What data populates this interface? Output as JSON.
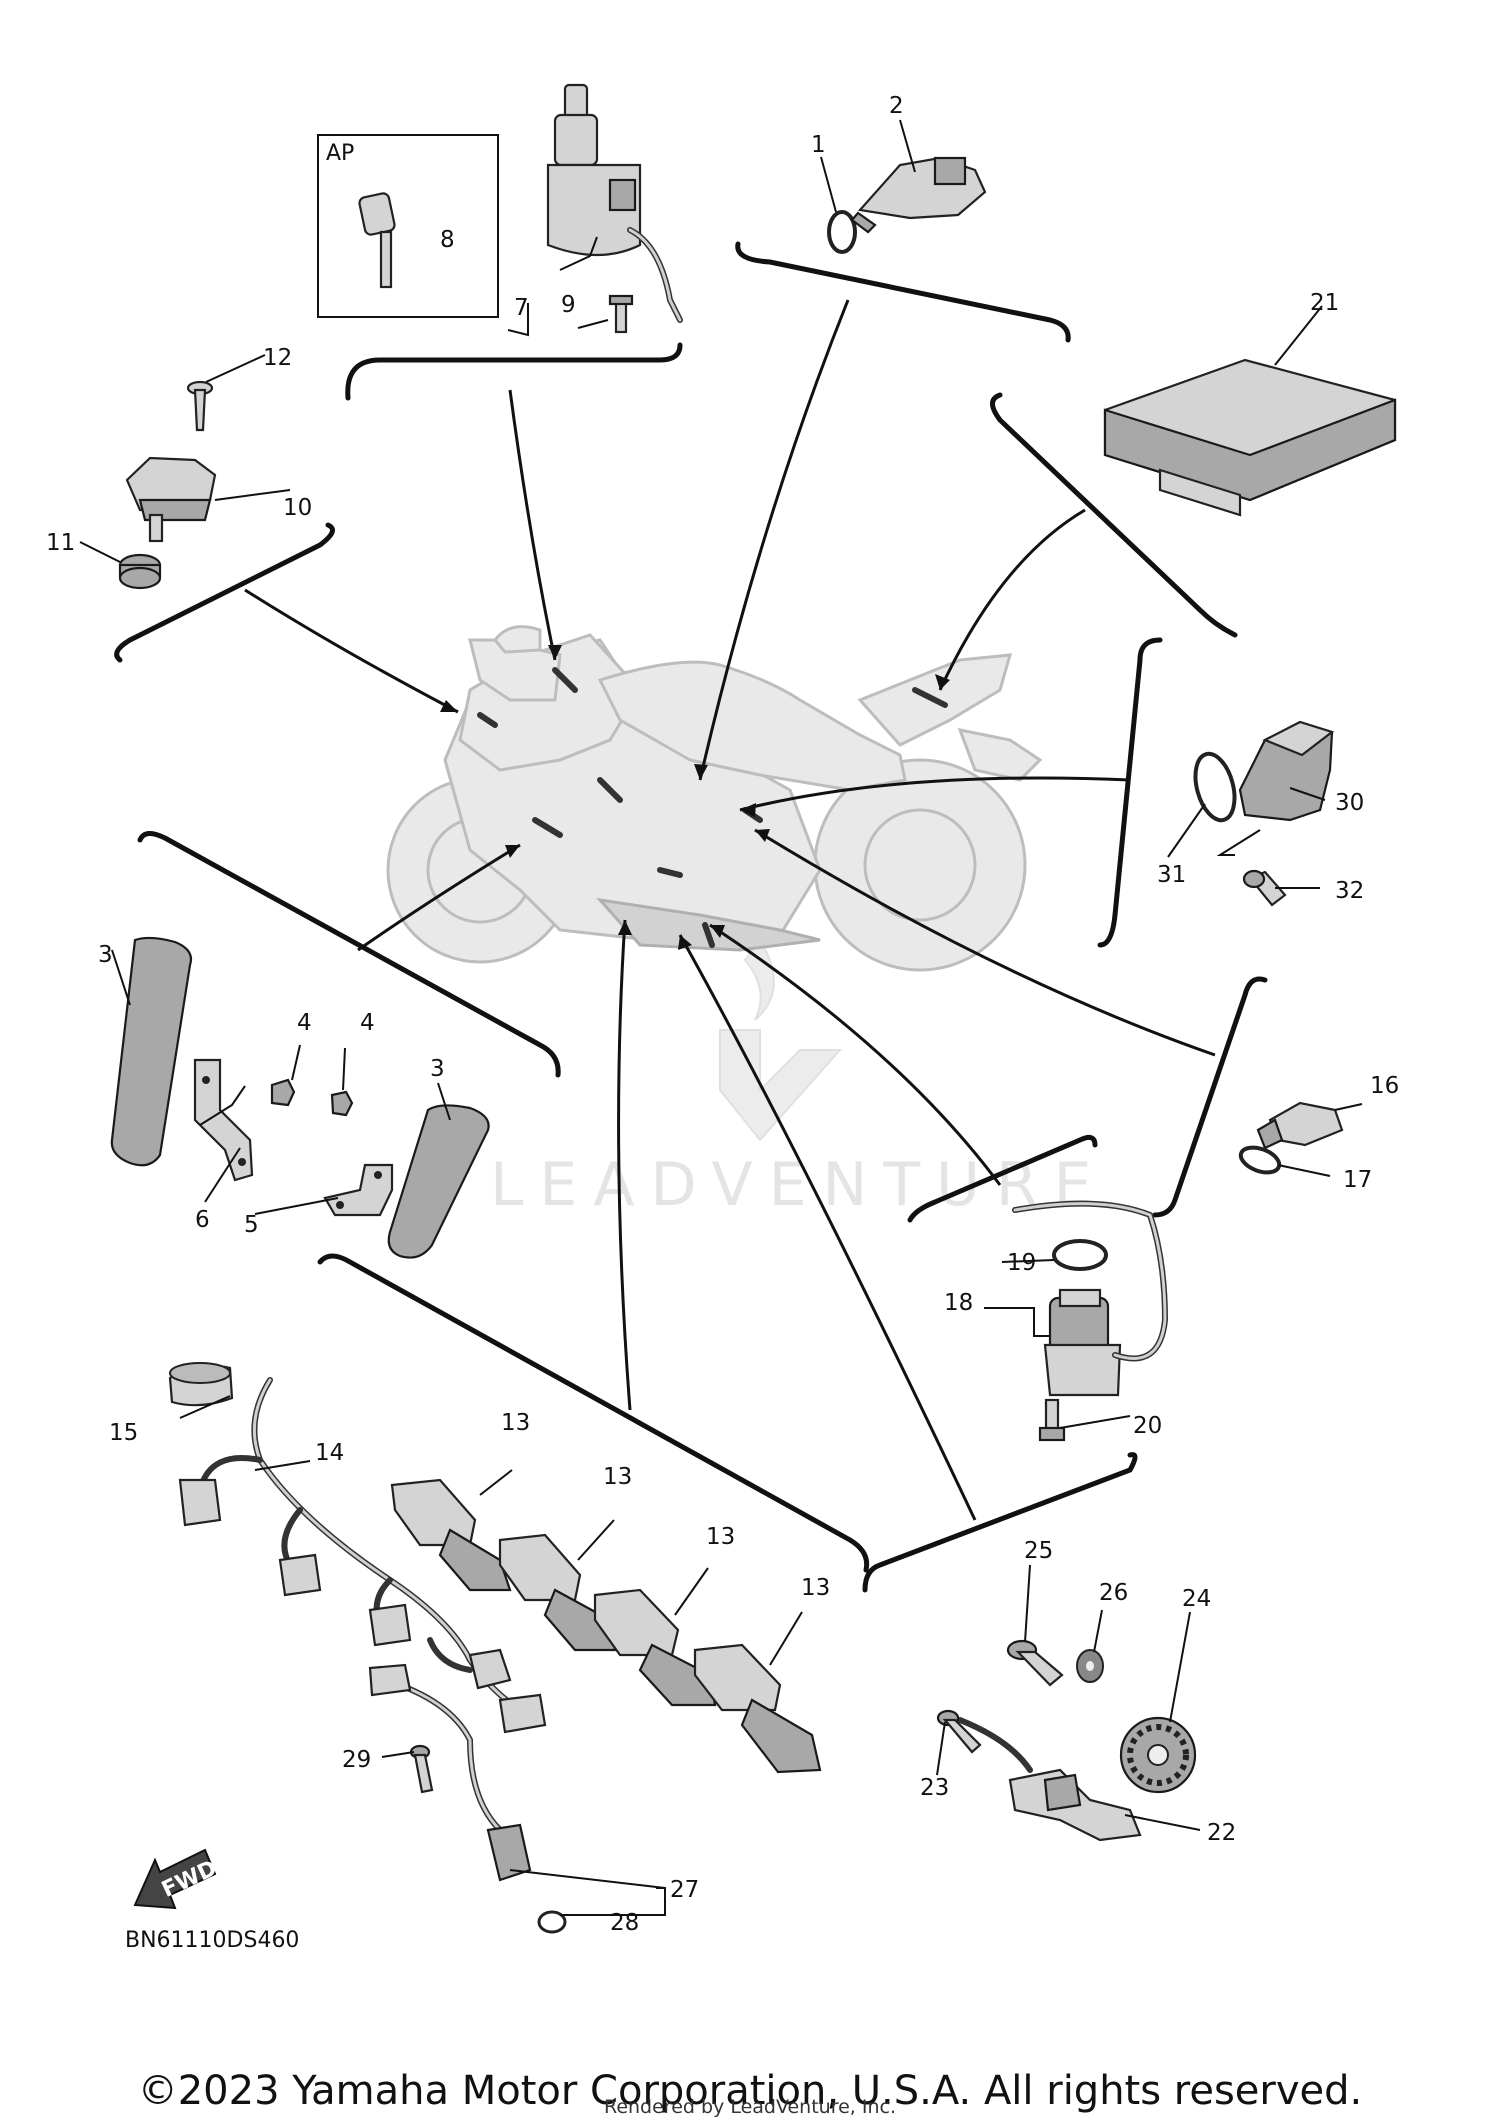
{
  "diagram": {
    "code": "BN61110DS460",
    "fwd_label": "FWD",
    "inset_label": "AP",
    "watermark": "LEADVENTURE",
    "copyright": "©2023 Yamaha Motor Corporation, U.S.A. All rights reserved.",
    "rendered_by": "Rendered by LeadVenture, Inc."
  },
  "callouts": {
    "c1": "1",
    "c2": "2",
    "c3a": "3",
    "c3b": "3",
    "c4a": "4",
    "c4b": "4",
    "c5": "5",
    "c6": "6",
    "c7": "7",
    "c8": "8",
    "c9": "9",
    "c10": "10",
    "c11": "11",
    "c12": "12",
    "c13a": "13",
    "c13b": "13",
    "c13c": "13",
    "c13d": "13",
    "c14": "14",
    "c15": "15",
    "c16": "16",
    "c17": "17",
    "c18": "18",
    "c19": "19",
    "c20": "20",
    "c21": "21",
    "c22": "22",
    "c23": "23",
    "c24": "24",
    "c25": "25",
    "c26": "26",
    "c27": "27",
    "c28": "28",
    "c29": "29",
    "c30": "30",
    "c31": "31",
    "c32": "32"
  },
  "icons": {
    "fwd_arrow": "fwd-arrow-icon",
    "watermark_logo": "leadventure-logo-icon"
  }
}
